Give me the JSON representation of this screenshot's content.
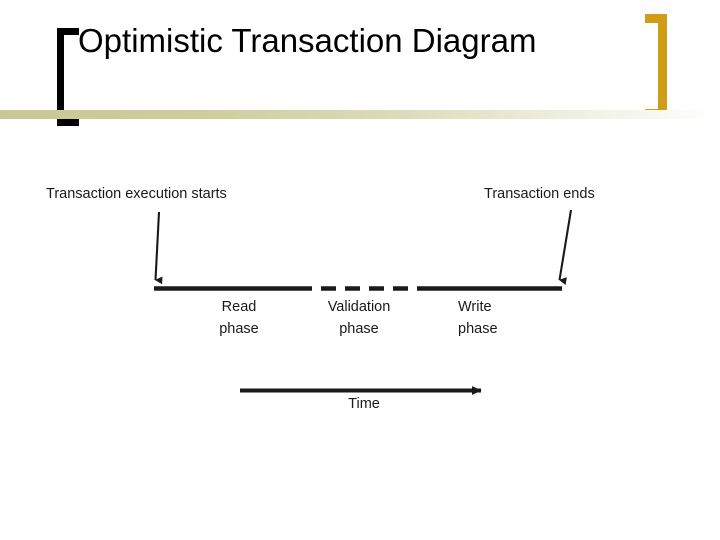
{
  "slide": {
    "title": "Optimistic Transaction Diagram",
    "accent_color": "#d09d17",
    "band_color": "#c9c794",
    "line_color": "#1a1a1a",
    "background": "#ffffff"
  },
  "diagram": {
    "start_label": "Transaction execution starts",
    "end_label": "Transaction ends",
    "phases": [
      {
        "name": "read",
        "line1": "Read",
        "line2": "phase",
        "style": "solid"
      },
      {
        "name": "validation",
        "line1": "Validation",
        "line2": "phase",
        "style": "dashed"
      },
      {
        "name": "write",
        "line1": "Write",
        "line2": "phase",
        "style": "solid"
      }
    ],
    "time_axis_label": "Time"
  }
}
